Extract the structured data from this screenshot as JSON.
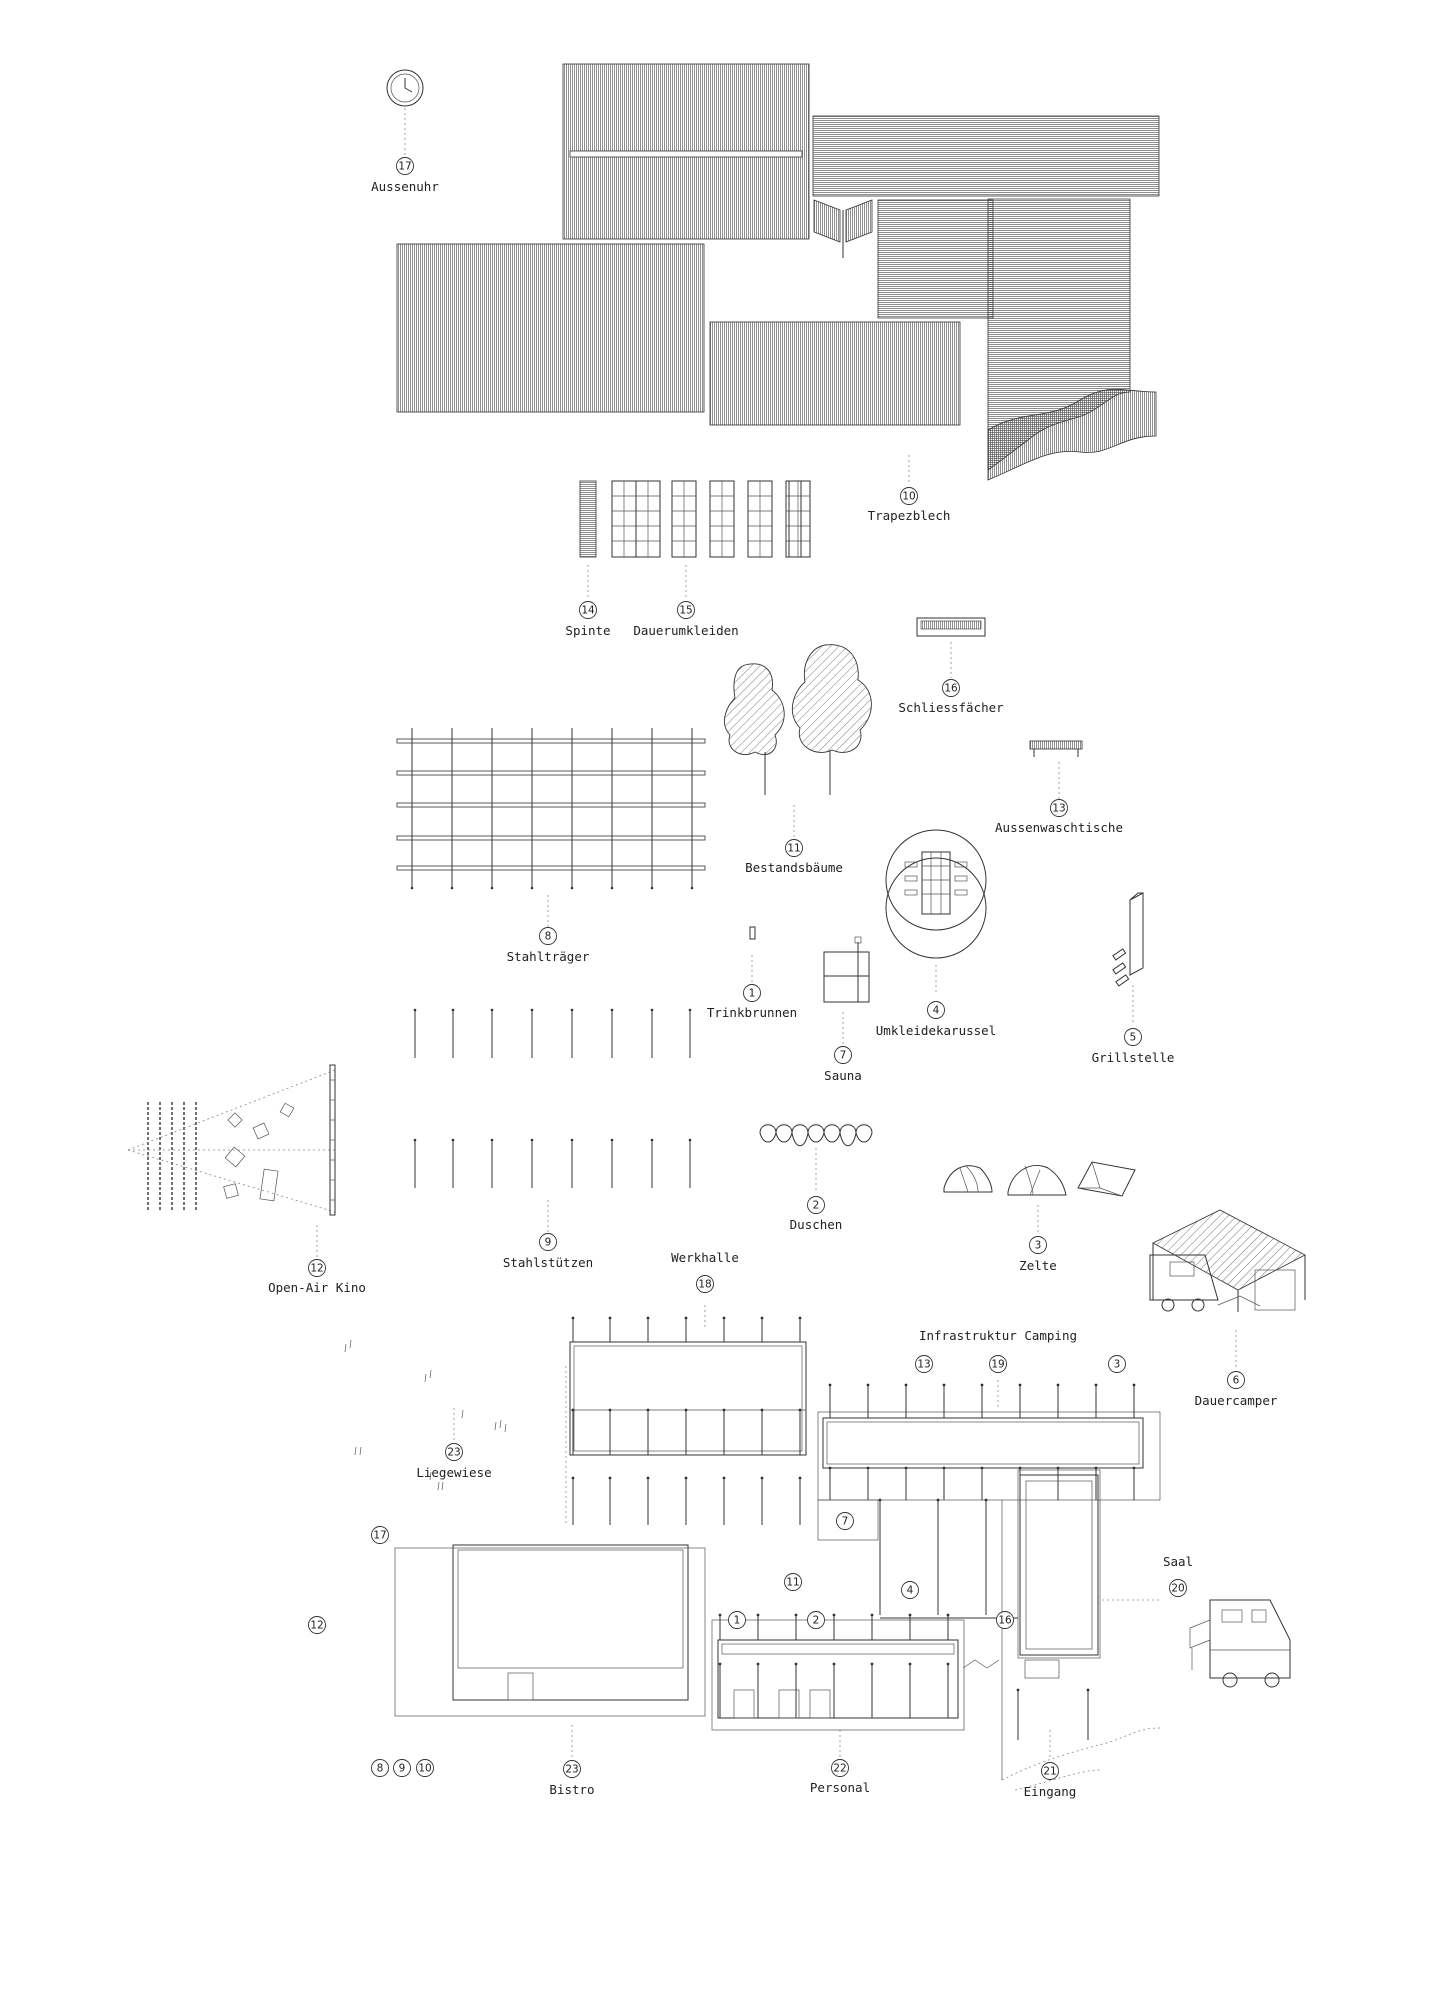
{
  "items": [
    {
      "id": "aussenuhr",
      "number": "17",
      "label": "Aussenuhr"
    },
    {
      "id": "trapezblech",
      "number": "10",
      "label": "Trapezblech"
    },
    {
      "id": "spinte",
      "number": "14",
      "label": "Spinte"
    },
    {
      "id": "dauerumkleiden",
      "number": "15",
      "label": "Dauerumkleiden"
    },
    {
      "id": "schliessfaecher",
      "number": "16",
      "label": "Schliessfächer"
    },
    {
      "id": "aussenwaschtische",
      "number": "13",
      "label": "Aussenwaschtische"
    },
    {
      "id": "bestandsbaeume",
      "number": "11",
      "label": "Bestandsbäume"
    },
    {
      "id": "stahltraeger",
      "number": "8",
      "label": "Stahlträger"
    },
    {
      "id": "trinkbrunnen",
      "number": "1",
      "label": "Trinkbrunnen"
    },
    {
      "id": "umkleidekarussel",
      "number": "4",
      "label": "Umkleidekarussel"
    },
    {
      "id": "grillstelle",
      "number": "5",
      "label": "Grillstelle"
    },
    {
      "id": "sauna",
      "number": "7",
      "label": "Sauna"
    },
    {
      "id": "duschen",
      "number": "2",
      "label": "Duschen"
    },
    {
      "id": "zelte",
      "number": "3",
      "label": "Zelte"
    },
    {
      "id": "stahlstuetzen",
      "number": "9",
      "label": "Stahlstützen"
    },
    {
      "id": "open-air-kino",
      "number": "12",
      "label": "Open-Air Kino"
    },
    {
      "id": "dauercamper",
      "number": "6",
      "label": "Dauercamper"
    },
    {
      "id": "liegewiese",
      "number": "23",
      "label": "Liegewiese"
    },
    {
      "id": "bistro",
      "number": "23",
      "label": "Bistro"
    },
    {
      "id": "personal",
      "number": "22",
      "label": "Personal"
    },
    {
      "id": "eingang",
      "number": "21",
      "label": "Eingang"
    }
  ],
  "plan": {
    "werkhalle": {
      "label": "Werkhalle",
      "number": "18"
    },
    "infrastruktur": {
      "label": "Infrastruktur Camping",
      "numbers": [
        "13",
        "19",
        "3"
      ]
    },
    "saal": {
      "label": "Saal",
      "number": "20"
    },
    "markers": [
      "17",
      "12",
      "7",
      "11",
      "4",
      "1",
      "2",
      "16",
      "8",
      "9",
      "10"
    ]
  }
}
